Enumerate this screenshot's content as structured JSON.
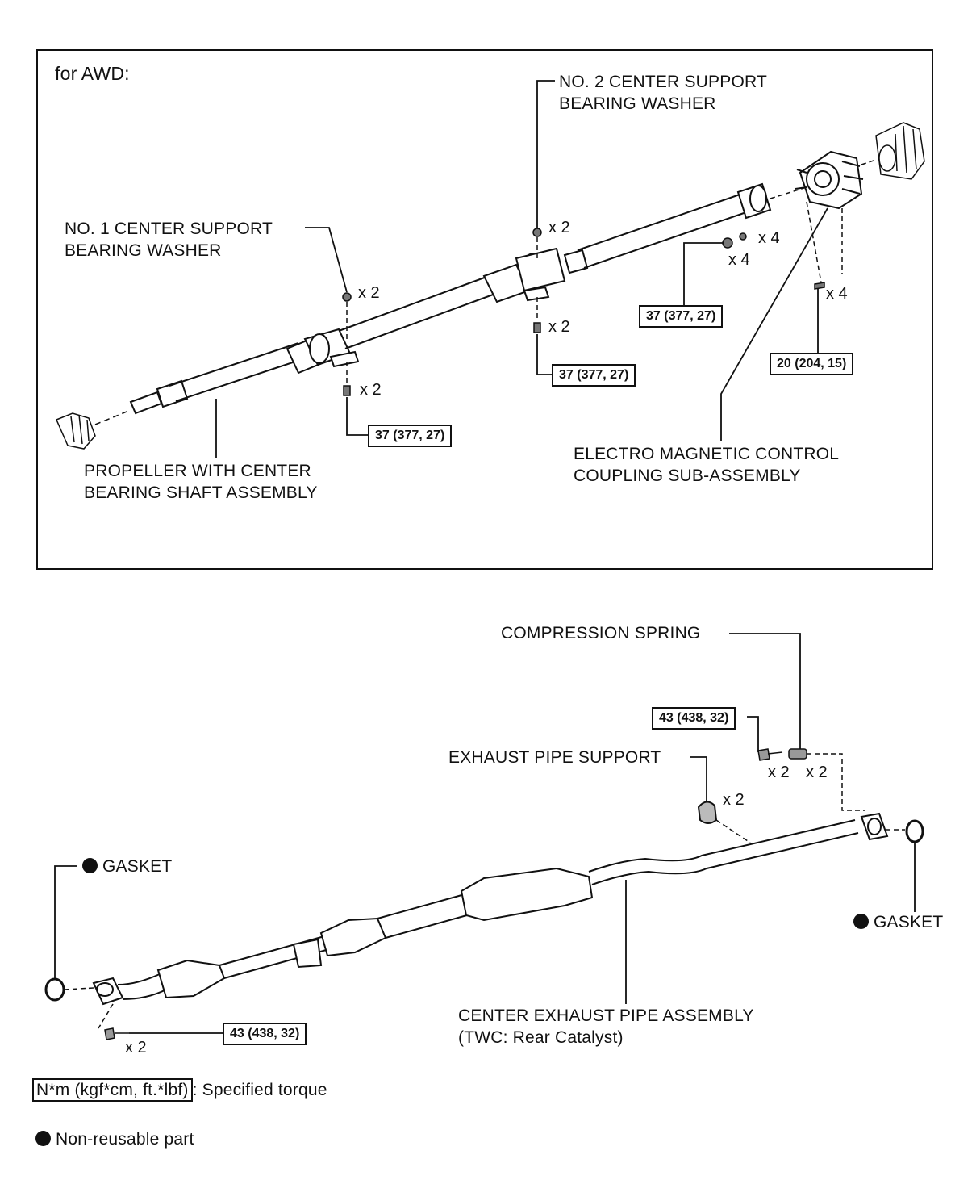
{
  "awd_section": {
    "title": "for AWD:",
    "labels": {
      "no2_washer": [
        "NO. 2 CENTER SUPPORT",
        "BEARING WASHER"
      ],
      "no1_washer": [
        "NO. 1 CENTER SUPPORT",
        "BEARING WASHER"
      ],
      "propeller": [
        "PROPELLER WITH CENTER",
        "BEARING SHAFT ASSEMBLY"
      ],
      "coupling": [
        "ELECTRO MAGNETIC CONTROL",
        "COUPLING SUB-ASSEMBLY"
      ]
    },
    "quantities": {
      "no2_washer": "x 2",
      "no1_washer": "x 2",
      "no2_bolt": "x 2",
      "no1_bolt": "x 2",
      "flange_nut_a": "x 4",
      "flange_nut_b": "x 4",
      "coupling_bolt": "x 4"
    },
    "torques": {
      "flange": "37 (377, 27)",
      "no2_bolt": "37 (377, 27)",
      "no1_bolt": "37 (377, 27)",
      "coupling": "20 (204, 15)"
    }
  },
  "exhaust_section": {
    "labels": {
      "spring": "COMPRESSION SPRING",
      "support": "EXHAUST PIPE SUPPORT",
      "gasket_front": "GASKET",
      "gasket_rear": "GASKET",
      "pipe": [
        "CENTER EXHAUST PIPE ASSEMBLY",
        "(TWC: Rear Catalyst)"
      ]
    },
    "quantities": {
      "spring_bolt": "x 2",
      "spring": "x 2",
      "support": "x 2",
      "front_bolt": "x 2"
    },
    "torques": {
      "spring_bolt": "43 (438, 32)",
      "front_bolt": "43 (438, 32)"
    }
  },
  "legend": {
    "torque_unit": "N*m (kgf*cm, ft.*lbf)",
    "torque_desc": ": Specified torque",
    "nonreusable": "Non-reusable part"
  }
}
